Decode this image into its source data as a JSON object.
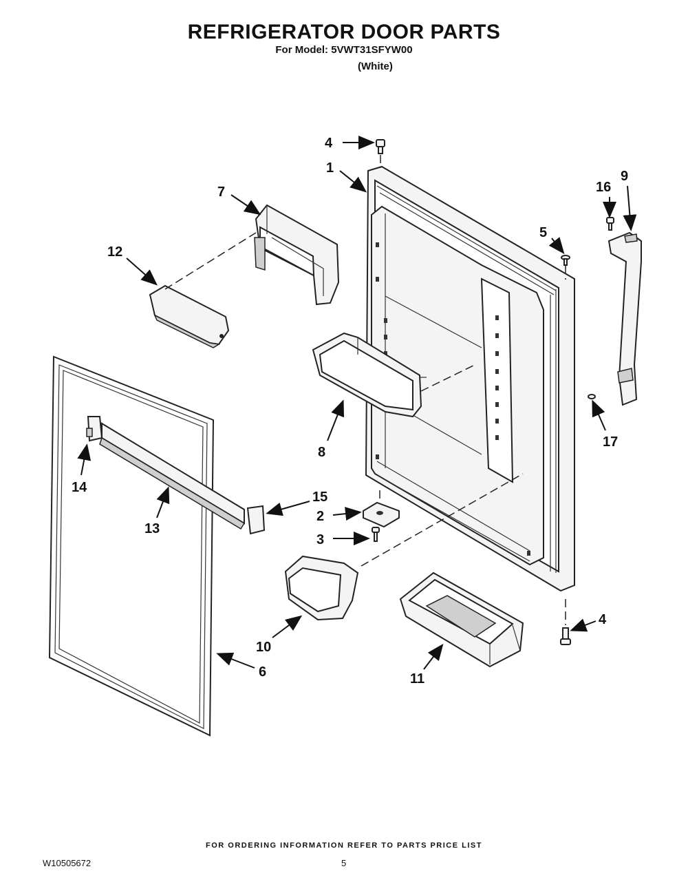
{
  "header": {
    "title": "REFRIGERATOR DOOR PARTS",
    "model_line": "For Model: 5VWT31SFYW00",
    "color_line": "(White)"
  },
  "callouts": [
    {
      "id": "c4-top",
      "label": "4"
    },
    {
      "id": "c1",
      "label": "1"
    },
    {
      "id": "c7",
      "label": "7"
    },
    {
      "id": "c16",
      "label": "16"
    },
    {
      "id": "c9",
      "label": "9"
    },
    {
      "id": "c5",
      "label": "5"
    },
    {
      "id": "c12",
      "label": "12"
    },
    {
      "id": "c8",
      "label": "8"
    },
    {
      "id": "c17",
      "label": "17"
    },
    {
      "id": "c14",
      "label": "14"
    },
    {
      "id": "c15",
      "label": "15"
    },
    {
      "id": "c2",
      "label": "2"
    },
    {
      "id": "c13",
      "label": "13"
    },
    {
      "id": "c3",
      "label": "3"
    },
    {
      "id": "c4-bottom",
      "label": "4"
    },
    {
      "id": "c10",
      "label": "10"
    },
    {
      "id": "c6",
      "label": "6"
    },
    {
      "id": "c11",
      "label": "11"
    }
  ],
  "footer": {
    "ordering_note": "FOR ORDERING INFORMATION REFER TO PARTS PRICE LIST",
    "document_number": "W10505672",
    "page_number": "5"
  }
}
